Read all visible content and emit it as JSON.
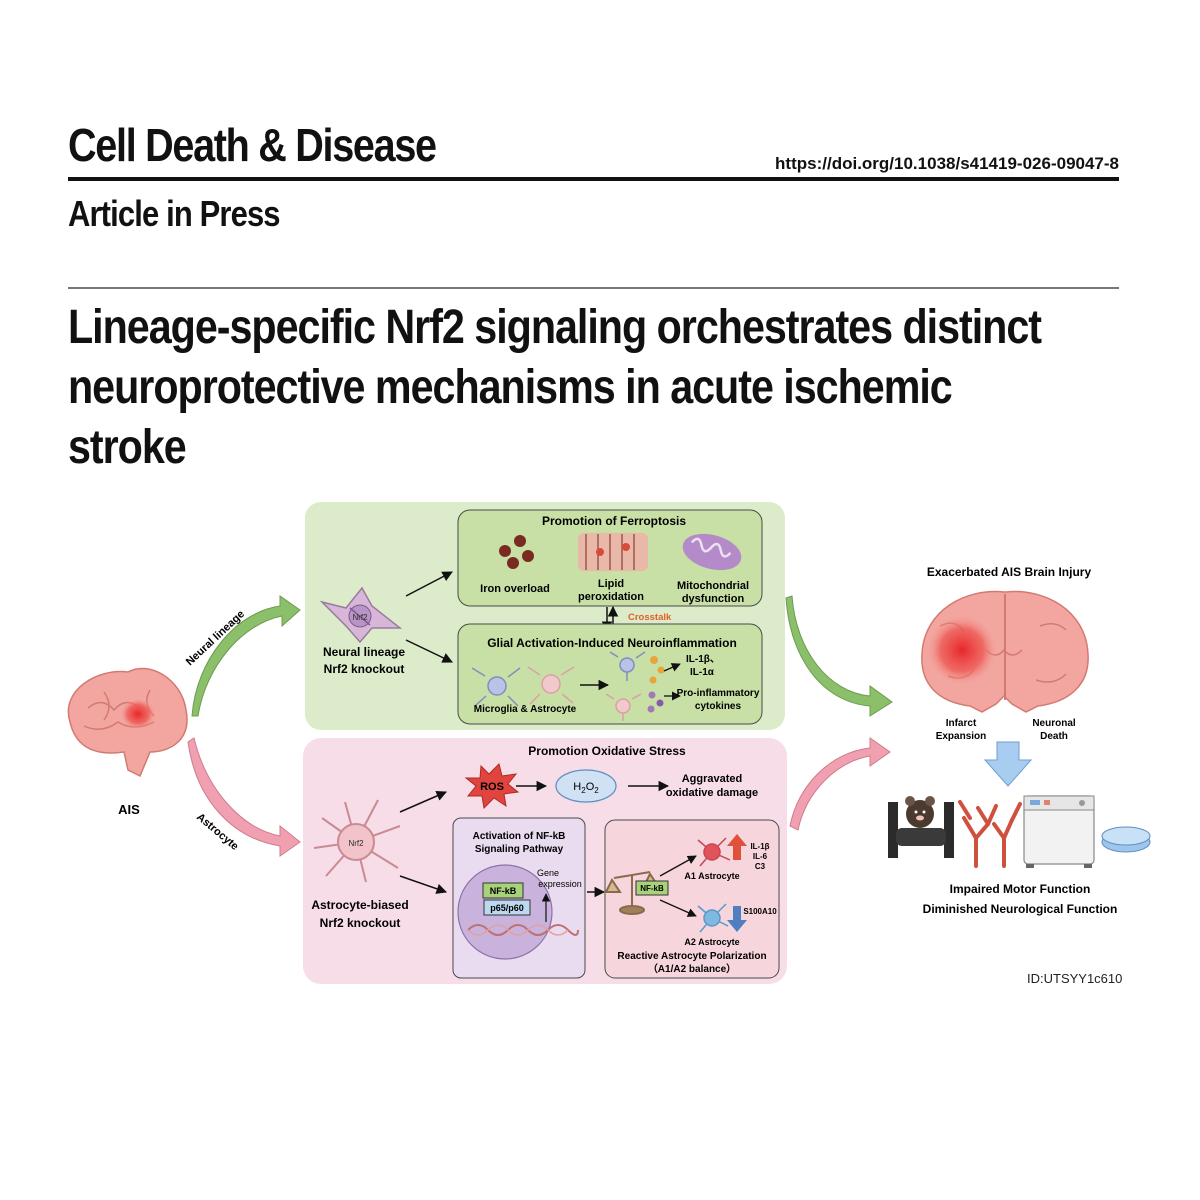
{
  "header": {
    "journal": "Cell Death & Disease",
    "doi": "https://doi.org/10.1038/s41419-026-09047-8",
    "status": "Article in Press"
  },
  "article": {
    "title_lines": [
      "Lineage-specific Nrf2 signaling orchestrates distinct",
      "neuroprotective mechanisms in acute ischemic",
      "stroke"
    ]
  },
  "figure": {
    "ais_label": "AIS",
    "branch_neural": "Neural lineage",
    "branch_astro": "Astrocyte",
    "nrf2": "Nrf2",
    "neural_knockout": [
      "Neural lineage",
      "Nrf2 knockout"
    ],
    "astro_knockout": [
      "Astrocyte-biased",
      "Nrf2 knockout"
    ],
    "ferroptosis": {
      "title": "Promotion of Ferroptosis",
      "iron": "Iron overload",
      "lipid": [
        "Lipid",
        "peroxidation"
      ],
      "mito": [
        "Mitochondrial",
        "dysfunction"
      ]
    },
    "crosstalk": "Crosstalk",
    "glial": {
      "title": "Glial Activation-Induced Neuroinflammation",
      "cells": "Microglia & Astrocyte",
      "il": [
        "IL-1β、",
        "IL-1α"
      ],
      "cytokines": [
        "Pro-inflammatory",
        "cytokines"
      ]
    },
    "oxidative": {
      "title": "Promotion Oxidative Stress",
      "ros": "ROS",
      "h2o2": "H",
      "h2o2_sub1": "2",
      "h2o2_mid": "O",
      "h2o2_sub2": "2",
      "damage": [
        "Aggravated",
        "oxidative damage"
      ]
    },
    "nfkb": {
      "title": [
        "Activation of NF-kB",
        "Signaling Pathway"
      ],
      "nfkb": "NF-kB",
      "p65": "p65/p60",
      "gene": [
        "Gene",
        "expression"
      ]
    },
    "polarization": {
      "nfkb": "NF-kB",
      "a1": "A1 Astrocyte",
      "a1_markers": [
        "IL-1β",
        "IL-6",
        "C3"
      ],
      "a2": "A2 Astrocyte",
      "a2_marker": "S100A10",
      "title": "Reactive Astrocyte Polarization",
      "subtitle": "（A1/A2 balance）"
    },
    "outcome": {
      "title": "Exacerbated AIS Brain Injury",
      "infarct": [
        "Infarct",
        "Expansion"
      ],
      "neuronal": [
        "Neuronal",
        "Death"
      ],
      "motor": "Impaired Motor Function",
      "neuro": "Diminished Neurological Function"
    },
    "id": "ID:UTSYY1c610"
  },
  "colors": {
    "green_panel": "#dcebc9",
    "green_box": "#c8e0a6",
    "pink_panel": "#f7dde8",
    "purple_box": "#eadcf0",
    "red_box": "#f6d5dc",
    "arrow_green": "#8bbf6a",
    "arrow_pink": "#f0a0b0",
    "brain": "#f3a6a0",
    "lesion": "#e8262a"
  }
}
